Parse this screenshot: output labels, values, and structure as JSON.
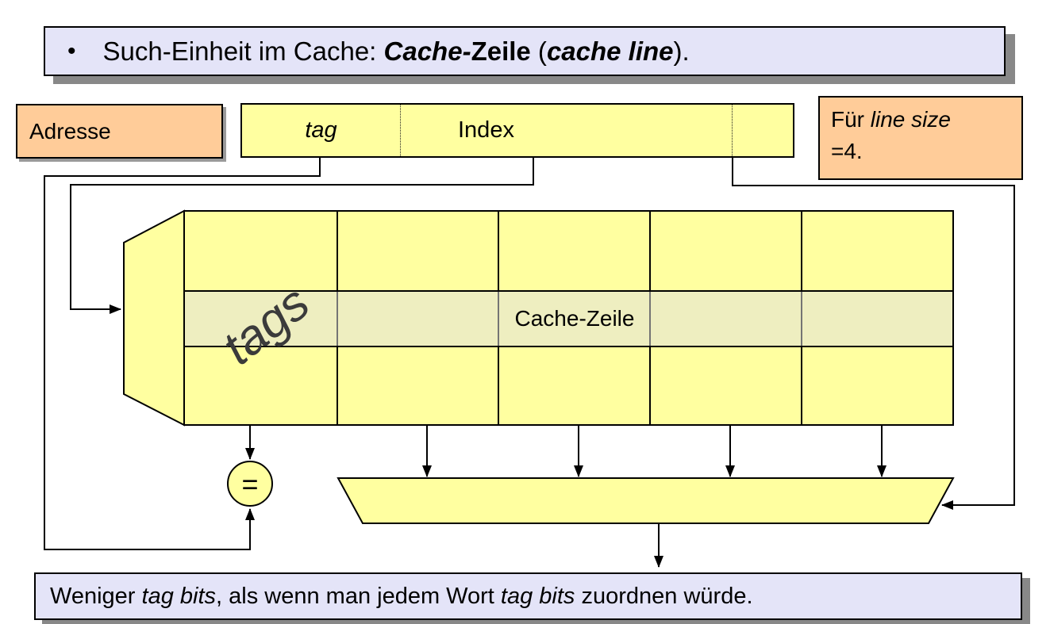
{
  "slide": {
    "title": {
      "bullet": "•",
      "segments": [
        {
          "text": "Such-Einheit im Cache: ",
          "style": "regular"
        },
        {
          "text": "Cache-",
          "style": "bold-italic"
        },
        {
          "text": "Zeile",
          "style": "bold"
        },
        {
          "text": " (",
          "style": "regular"
        },
        {
          "text": "cache line",
          "style": "bold-italic"
        },
        {
          "text": ").",
          "style": "regular"
        }
      ]
    },
    "address_box": {
      "label": "Adresse"
    },
    "address_bar": {
      "fields": [
        {
          "name": "tag",
          "label": "tag"
        },
        {
          "name": "index",
          "label": "Index"
        },
        {
          "name": "offset",
          "label": ""
        }
      ]
    },
    "line_size_note": {
      "segments": [
        {
          "text": "Für ",
          "style": "regular"
        },
        {
          "text": "line size",
          "style": "italic"
        }
      ],
      "line2": "=4."
    },
    "cache_array": {
      "tags_label": "tags",
      "highlighted_row_label": "Cache-Zeile",
      "columns": 5,
      "rows": 3
    },
    "comparator": {
      "label": "="
    },
    "bottom_note": {
      "segments": [
        {
          "text": "Weniger ",
          "style": "regular"
        },
        {
          "text": "tag bits",
          "style": "italic"
        },
        {
          "text": ", als wenn man jedem Wort ",
          "style": "regular"
        },
        {
          "text": "tag bits",
          "style": "italic"
        },
        {
          "text": " zuordnen würde.",
          "style": "regular"
        }
      ]
    },
    "colors": {
      "yellow": "#FFFFA0",
      "lavender": "#E4E4F8",
      "orange": "#FFCC99",
      "highlight_row": "#EDEDC3",
      "shadow_gray": "#888888"
    }
  }
}
